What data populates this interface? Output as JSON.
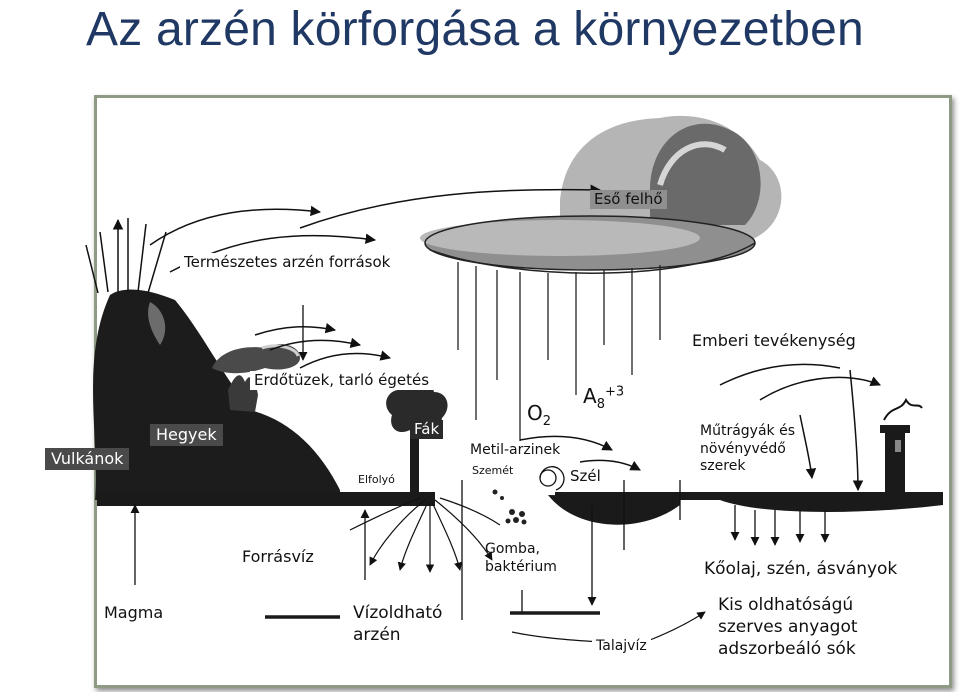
{
  "title": "Az arzén körforgása a környezetben",
  "labels": {
    "rain_cloud": "Eső felhő",
    "natural_sources": "Természetes arzén források",
    "human_activity": "Emberi tevékenység",
    "forest_fires": "Erdőtüzek, tarló égetés",
    "volcanoes": "Vulkánok",
    "mountains": "Hegyek",
    "trees": "Fák",
    "river": "Elfolyó",
    "methyl_arsenic": "Metil-arzinek",
    "waste": "Szemét",
    "wind": "Szél",
    "oxygen": "O",
    "oxygen_sub": "2",
    "arsenic": "A",
    "arsenic_sub": "8",
    "arsenic_sup": "+3",
    "fertilizers_l1": "Műtrágyák és",
    "fertilizers_l2": "növényvédő",
    "fertilizers_l3": "szerek",
    "spring_water": "Forrásvíz",
    "fungi_l1": "Gomba,",
    "fungi_l2": "baktérium",
    "oil_coal": "Kőolaj, szén, ásványok",
    "magma": "Magma",
    "soluble_l1": "Vízoldható",
    "soluble_l2": "arzén",
    "groundwater": "Talajvíz",
    "organic_l1": "Kis oldhatóságú",
    "organic_l2": "szerves anyagot",
    "organic_l3": "adszorbeáló sók"
  },
  "colors": {
    "title": "#1f3864",
    "frame": "#8e9a84",
    "ground_dark": "#1a1a1a",
    "cloud_gray": "#9a9a9a",
    "label_box_dark": "#4a4a4a"
  }
}
